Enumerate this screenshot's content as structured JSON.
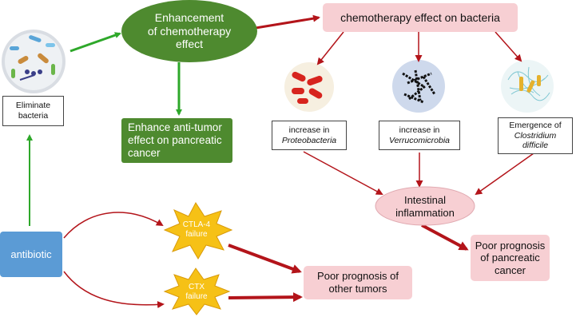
{
  "nodes": {
    "enhancement": [
      "Enhancement",
      "of chemotherapy",
      "effect"
    ],
    "chemo_effect": "chemotherapy effect on bacteria",
    "eliminate": [
      "Eliminate",
      "bacteria"
    ],
    "enhance_anti_tumor": [
      "Enhance anti-tumor",
      "effect on pancreatic",
      "cancer"
    ],
    "proteobacteria": {
      "prefix": "increase in",
      "name": "Proteobacteria"
    },
    "verrucomicrobia": {
      "prefix": "increase in",
      "name": "Verrucomicrobia"
    },
    "clostridium": {
      "prefix": "Emergence of",
      "name": [
        "Clostridium",
        "difficile"
      ]
    },
    "intestinal": [
      "Intestinal",
      "inflammation"
    ],
    "poor_pancreatic": [
      "Poor prognosis",
      "of pancreatic",
      "cancer"
    ],
    "antibiotic": "antibiotic",
    "ctla4": [
      "CTLA-4",
      "failure"
    ],
    "ctx": [
      "CTX",
      "failure"
    ],
    "poor_other": [
      "Poor prognosis of",
      "other tumors"
    ]
  },
  "colors": {
    "green_arrow": "#2ea82a",
    "red_arrow": "#b3141a",
    "green_node": "#4e8a2f",
    "pink_node": "#f7cfd3",
    "star_fill": "#f6c116",
    "blue_node": "#5b9bd5"
  },
  "icons": [
    "bacteria-culture-icon",
    "red-bacteria-icon",
    "filament-bacteria-icon",
    "spore-bacteria-icon"
  ]
}
